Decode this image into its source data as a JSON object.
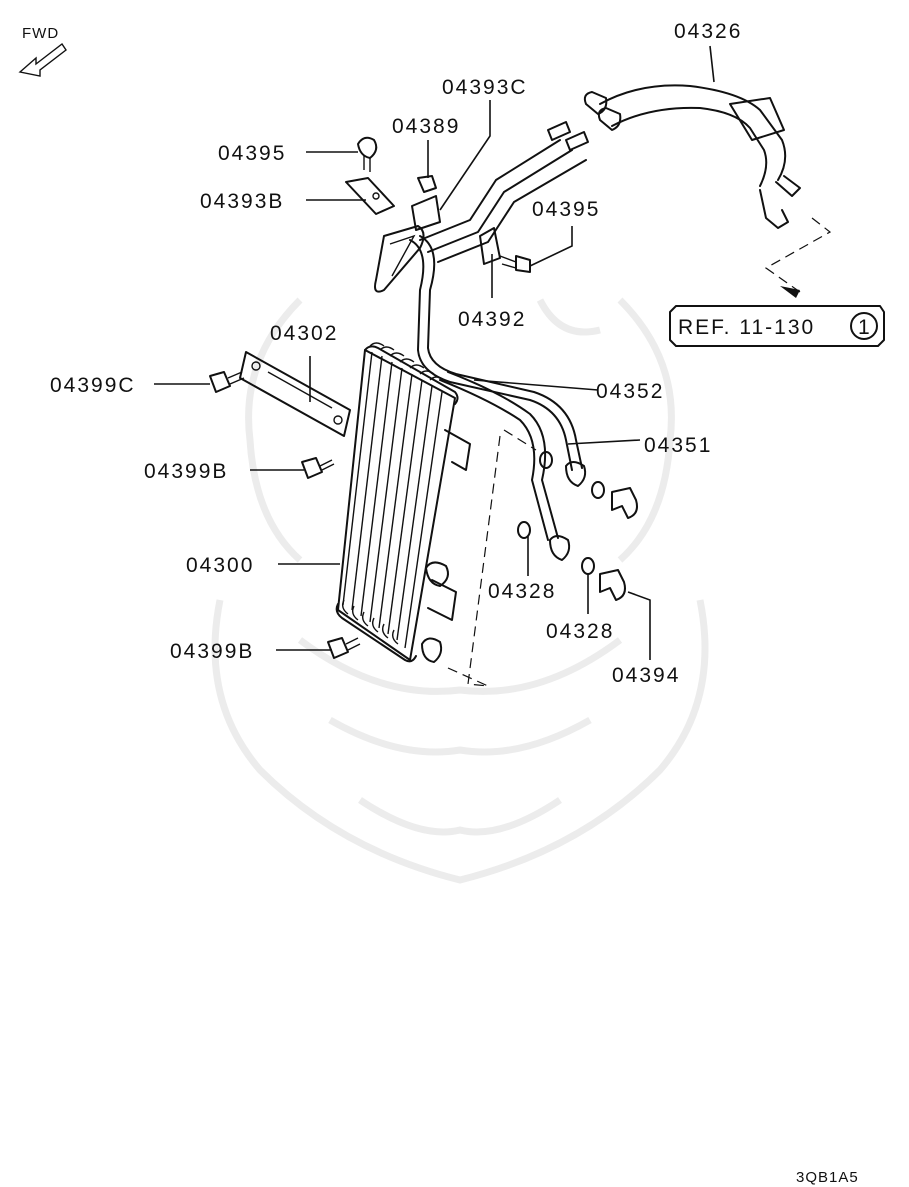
{
  "orientation": {
    "label": "FWD",
    "icon": "fwd-arrow-icon"
  },
  "reference": {
    "label": "REF. 11-130",
    "circle_number": "1"
  },
  "part_labels": {
    "p04326": "04326",
    "p04393c": "04393C",
    "p04389": "04389",
    "p04395_top": "04395",
    "p04393b": "04393B",
    "p04395_right": "04395",
    "p04392": "04392",
    "p04302": "04302",
    "p04399c": "04399C",
    "p04352": "04352",
    "p04351": "04351",
    "p04399b_mid": "04399B",
    "p04300": "04300",
    "p04328_left": "04328",
    "p04328_right": "04328",
    "p04399b_bottom": "04399B",
    "p04394": "04394"
  },
  "diagram_code": "3QB1A5",
  "colors": {
    "ink": "#111111",
    "watermark": "#ececec",
    "background": "#ffffff"
  }
}
